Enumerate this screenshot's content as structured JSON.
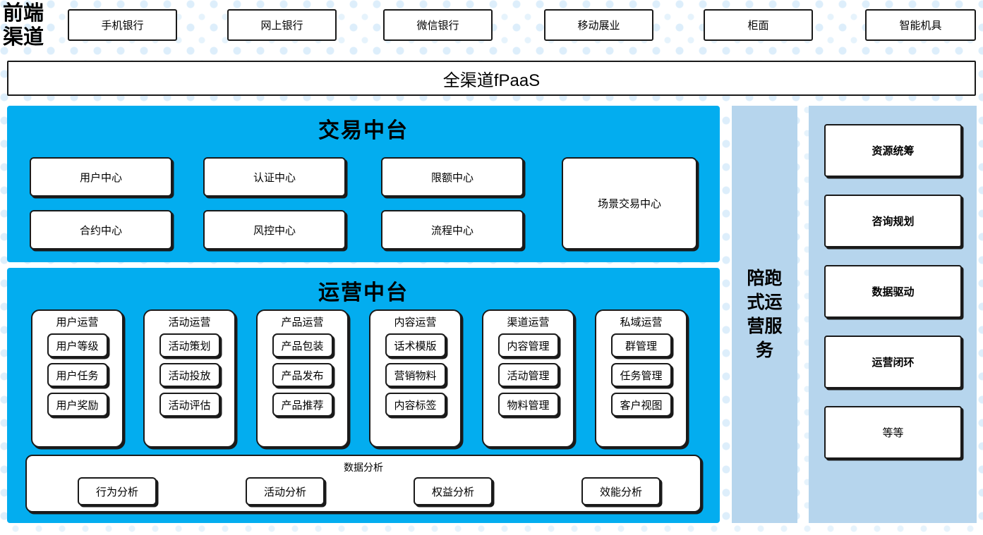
{
  "theme": {
    "cyan": "#03adef",
    "light_blue": "#b6d5ed",
    "box_border": "#1a1a1a",
    "box_fill": "#ffffff",
    "dot_pattern": "#ddeefb"
  },
  "front_channel": {
    "label": "前端渠道",
    "items": [
      {
        "label": "手机银行"
      },
      {
        "label": "网上银行"
      },
      {
        "label": "微信银行"
      },
      {
        "label": "移动展业"
      },
      {
        "label": "柜面"
      },
      {
        "label": "智能机具"
      }
    ]
  },
  "fpaas_bar": {
    "label": "全渠道fPaaS"
  },
  "trade_platform": {
    "title": "交易中台",
    "centers": [
      {
        "label": "用户中心"
      },
      {
        "label": "认证中心"
      },
      {
        "label": "限额中心"
      },
      {
        "label": "合约中心"
      },
      {
        "label": "风控中心"
      },
      {
        "label": "流程中心"
      }
    ],
    "scene_center": {
      "label": "场景交易中心"
    }
  },
  "ops_platform": {
    "title": "运营中台",
    "groups": [
      {
        "title": "用户运营",
        "items": [
          "用户等级",
          "用户任务",
          "用户奖励"
        ]
      },
      {
        "title": "活动运营",
        "items": [
          "活动策划",
          "活动投放",
          "活动评估"
        ]
      },
      {
        "title": "产品运营",
        "items": [
          "产品包装",
          "产品发布",
          "产品推荐"
        ]
      },
      {
        "title": "内容运营",
        "items": [
          "话术模版",
          "营销物料",
          "内容标签"
        ]
      },
      {
        "title": "渠道运营",
        "items": [
          "内容管理",
          "活动管理",
          "物料管理"
        ]
      },
      {
        "title": "私域运营",
        "items": [
          "群管理",
          "任务管理",
          "客户视图"
        ]
      }
    ],
    "data_analysis": {
      "title": "数据分析",
      "items": [
        "行为分析",
        "活动分析",
        "权益分析",
        "效能分析"
      ]
    }
  },
  "service_panel": {
    "label": "陪跑式运营服务"
  },
  "pillar_panel": {
    "items": [
      {
        "label": "资源统筹",
        "bold": true
      },
      {
        "label": "咨询规划",
        "bold": true
      },
      {
        "label": "数据驱动",
        "bold": true
      },
      {
        "label": "运营闭环",
        "bold": true
      },
      {
        "label": "等等",
        "bold": false
      }
    ]
  }
}
